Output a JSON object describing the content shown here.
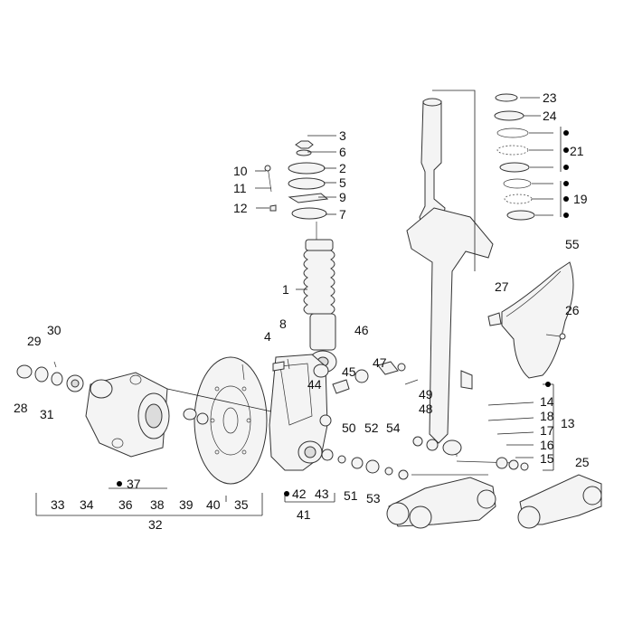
{
  "diagram": {
    "labels": {
      "n1": "1",
      "n2": "2",
      "n3": "3",
      "n4": "4",
      "n5": "5",
      "n6": "6",
      "n7": "7",
      "n8": "8",
      "n9": "9",
      "n10": "10",
      "n11": "11",
      "n12": "12",
      "n13": "13",
      "n14": "14",
      "n15": "15",
      "n16": "16",
      "n17": "17",
      "n18": "18",
      "n19": "19",
      "n21": "21",
      "n23": "23",
      "n24": "24",
      "n25": "25",
      "n26": "26",
      "n27": "27",
      "n28": "28",
      "n29": "29",
      "n30": "30",
      "n31": "31",
      "n32": "32",
      "n33": "33",
      "n34": "34",
      "n35": "35",
      "n36": "36",
      "n37": "37",
      "n38": "38",
      "n39": "39",
      "n40": "40",
      "n41": "41",
      "n42": "42",
      "n43": "43",
      "n44": "44",
      "n45": "45",
      "n46": "46",
      "n47": "47",
      "n48": "48",
      "n49": "49",
      "n50": "50",
      "n51": "51",
      "n52": "52",
      "n53": "53",
      "n54": "54",
      "n55": "55"
    }
  }
}
